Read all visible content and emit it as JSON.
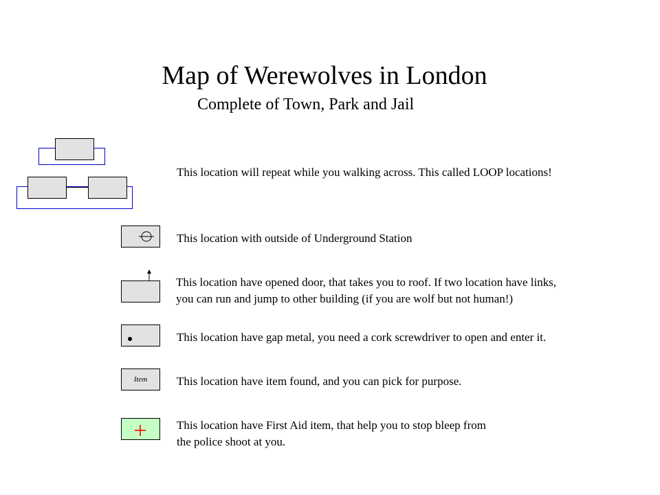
{
  "header": {
    "title": "Map of Werewolves in London",
    "subtitle": "Complete of Town, Park and Jail"
  },
  "legend": [
    {
      "key": "loop",
      "text": "This location will repeat while you walking across. This called LOOP locations!"
    },
    {
      "key": "underground",
      "text": "This location with outside of Underground Station"
    },
    {
      "key": "roof",
      "line1": "This location have opened door, that takes you to roof. If two location have links,",
      "line2": "you can run and jump to other building (if you are wolf but not human!)"
    },
    {
      "key": "gap",
      "text": "This location have gap metal, you need a cork screwdriver to open and enter it."
    },
    {
      "key": "item",
      "box_label": "Item",
      "text": "This location have item found, and you can pick for purpose."
    },
    {
      "key": "first_aid",
      "line1": "This location have First Aid item, that help you to stop bleep from",
      "line2": "the police shoot at you."
    }
  ],
  "colors": {
    "location_fill": "#e2e2e2",
    "loop_frame": "#0000cc",
    "first_aid_fill": "#c4ffc4",
    "first_aid_cross": "#ff0000"
  },
  "icons": {
    "underground": "underground-station-icon",
    "roof": "arrow-up-icon",
    "gap": "dot-icon",
    "first_aid": "red-cross-icon"
  }
}
